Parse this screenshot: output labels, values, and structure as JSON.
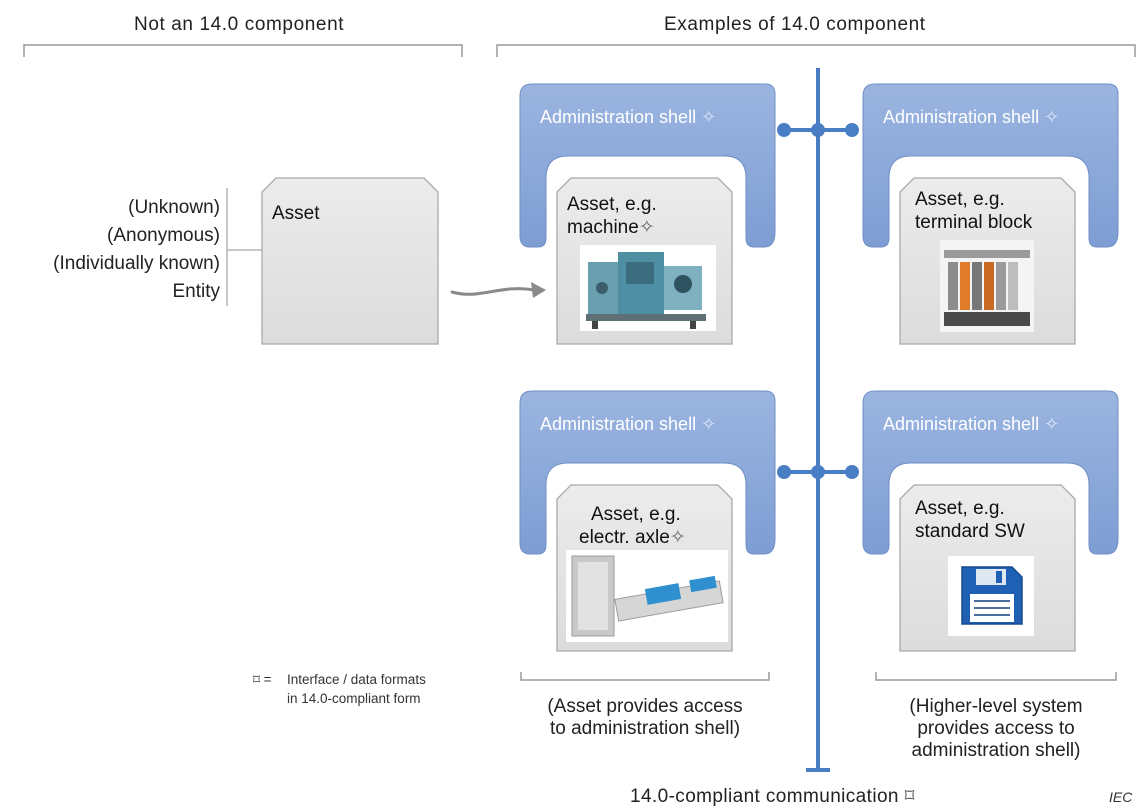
{
  "header": {
    "left": "Not an 14.0 component",
    "right": "Examples of 14.0 component"
  },
  "entity_states": [
    "(Unknown)",
    "(Anonymous)",
    "(Individually known)",
    "Entity"
  ],
  "plain_asset": {
    "label": "Asset"
  },
  "shells": [
    {
      "title": "Administration shell",
      "asset_line1": "Asset, e.g.",
      "asset_line2": "machine",
      "asset_line2_mark": true,
      "image": "machine"
    },
    {
      "title": "Administration shell",
      "asset_line1": "Asset, e.g.",
      "asset_line2": "terminal block",
      "asset_line2_mark": false,
      "image": "terminal-block"
    },
    {
      "title": "Administration shell",
      "asset_line1": "Asset, e.g.",
      "asset_line2": "electr. axle",
      "asset_line2_mark": true,
      "image": "electric-axle"
    },
    {
      "title": "Administration shell",
      "asset_line1": "Asset, e.g.",
      "asset_line2": "standard SW",
      "asset_line2_mark": false,
      "image": "floppy-disk"
    }
  ],
  "legend": {
    "symbol": "⌑ =",
    "line1": "Interface / data formats",
    "line2": "in 14.0-compliant form"
  },
  "captions": {
    "left_line1": "(Asset provides access",
    "left_line2": "to administration shell)",
    "right_line1": "(Higher-level system",
    "right_line2": "provides access to",
    "right_line3": "administration shell)"
  },
  "communication": {
    "label": "14.0-compliant communication",
    "mark": "⌑"
  },
  "source": "IEC",
  "colors": {
    "shell": "#8eaadb",
    "shell_edge": "#6f8fc6",
    "bus": "#4a7ec4",
    "asset_fill": "#e6e6e6",
    "asset_edge": "#a9a9a9"
  }
}
